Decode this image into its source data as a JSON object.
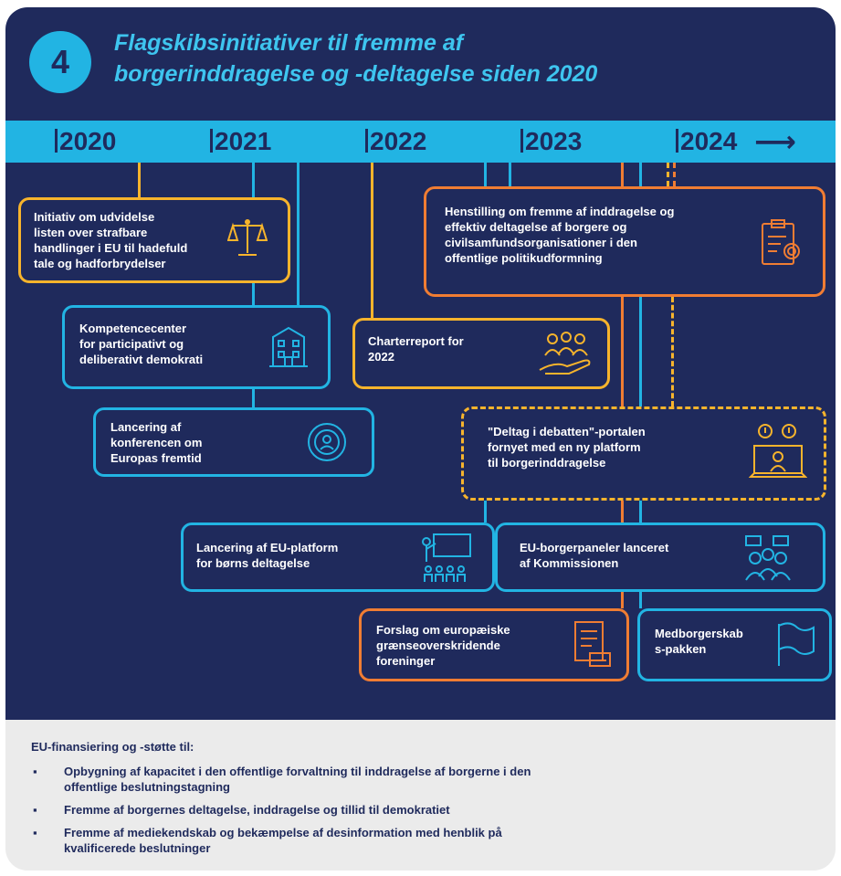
{
  "header": {
    "number": "4",
    "title_line1": "Flagskibsinitiativer til fremme af",
    "title_line2": "borgerinddragelse og -deltagelse siden 2020"
  },
  "timeline": {
    "years": [
      "2020",
      "2021",
      "2022",
      "2023",
      "2024"
    ],
    "arrow": "⟶"
  },
  "initiatives": [
    {
      "text": [
        "Initiativ om udvidelse",
        "listen over strafbare",
        "handlinger i EU til hadefuld",
        "tale og hadforbrydelser"
      ],
      "icon": "scales-icon",
      "color": "#f7b42c"
    },
    {
      "text": [
        "Kompetencecenter",
        "for participativt og",
        "deliberativt demokrati"
      ],
      "icon": "building-icon",
      "color": "#22b4e3"
    },
    {
      "text": [
        "Lancering af",
        "konferencen om",
        "Europas fremtid"
      ],
      "icon": "conference-icon",
      "color": "#22b4e3"
    },
    {
      "text": [
        "Lancering af EU-platform",
        "for børns deltagelse"
      ],
      "icon": "children-platform-icon",
      "color": "#22b4e3"
    },
    {
      "text": [
        "Charterreport for",
        "2022"
      ],
      "icon": "people-hand-icon",
      "color": "#f7b42c"
    },
    {
      "text": [
        "Henstilling om fremme af inddragelse og",
        "effektiv deltagelse af borgere og",
        "civilsamfundsorganisationer i den",
        "offentlige politikudformning"
      ],
      "icon": "certificate-icon",
      "color": "#f07d33"
    },
    {
      "text": [
        "\"Deltag i debatten\"-portalen",
        "fornyet med en ny platform",
        "til borgerinddragelse"
      ],
      "icon": "laptop-people-icon",
      "color": "#f7b42c"
    },
    {
      "text": [
        "EU-borgerpaneler lanceret",
        "af Kommissionen"
      ],
      "icon": "panel-people-icon",
      "color": "#22b4e3"
    },
    {
      "text": [
        "Forslag om europæiske",
        "grænseoverskridende",
        "foreninger"
      ],
      "icon": "document-stamp-icon",
      "color": "#f07d33"
    },
    {
      "text": [
        "Medborgerskab",
        "s-pakken"
      ],
      "icon": "flag-icon",
      "color": "#22b4e3"
    }
  ],
  "funding": {
    "heading": "EU-finansiering og -støtte til:",
    "bullet_symbol": "▪",
    "items": [
      [
        "Opbygning af kapacitet i den offentlige forvaltning til inddragelse af borgerne i den",
        "offentlige beslutningstagning"
      ],
      [
        "Fremme af borgernes deltagelse, inddragelse og tillid til demokratiet"
      ],
      [
        "Fremme af mediekendskab og bekæmpelse af desinformation med henblik på",
        "kvalificerede beslutninger"
      ]
    ]
  }
}
